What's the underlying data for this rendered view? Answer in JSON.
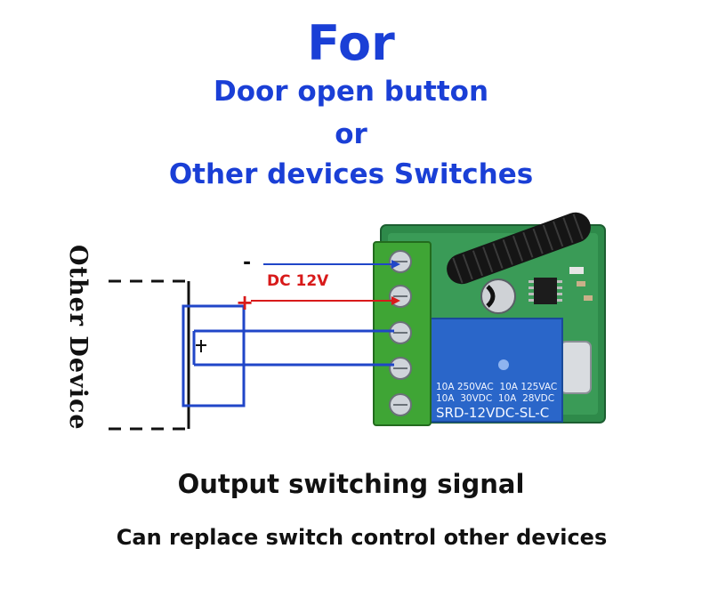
{
  "title": {
    "main": "For",
    "line1": "Door open button",
    "line2": "or",
    "line3": "Other devices Switches"
  },
  "side_label": "Other Device",
  "power": {
    "dc_label": "DC 12V",
    "minus": "-",
    "plus": "+"
  },
  "relay": {
    "rating_row1": "10A 250VAC  10A 125VAC",
    "rating_row2": "10A  30VDC  10A  28VDC",
    "model": "SRD-12VDC-SL-C"
  },
  "captions": {
    "output": "Output switching signal",
    "replace": "Can replace switch control other devices"
  },
  "colors": {
    "title_blue": "#1a3fd6",
    "wire_blue": "#2046c8",
    "wire_red": "#d81a1a",
    "terminal_green": "#3fa535",
    "relay_blue": "#2a66c9",
    "pcb_green": "#2e8a4a"
  }
}
